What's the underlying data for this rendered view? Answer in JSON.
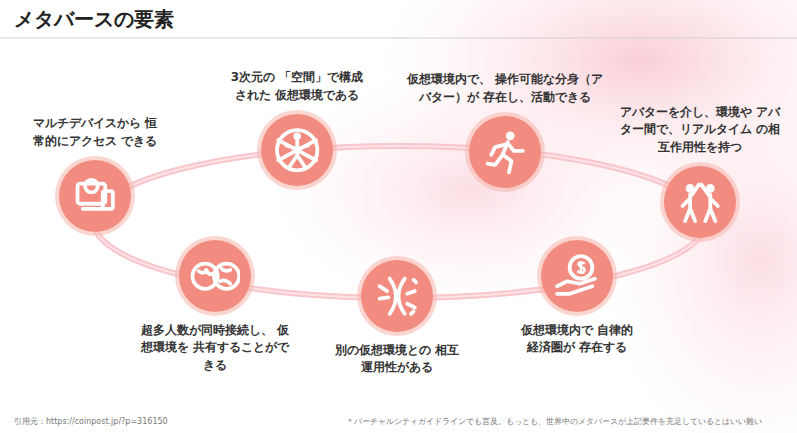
{
  "diagram": {
    "title": "メタバースの要素",
    "nodes": [
      {
        "text": [
          "マルチデバイスから 恒常的にアクセス できる"
        ]
      },
      {
        "text": [
          "3次元の 「空間」で構成された 仮想環境である"
        ]
      },
      {
        "text": [
          "仮想環境内で、 操作可能な分身（アバター）が 存在し、活動できる"
        ]
      },
      {
        "text": [
          "アバターを介し、環境や アバター間で、リアルタイム の相互作用性を持つ"
        ]
      },
      {
        "text": [
          "超多人数が同時接続し、 仮想環境を 共有することができる"
        ]
      },
      {
        "text": [
          "別の仮想環境との 相互運用性がある"
        ]
      },
      {
        "text": [
          "仮想環境内で 自律的経済圏が 存在する"
        ]
      }
    ],
    "labels": [
      "引用元：https://coinpost.jp/?p=316150",
      "＊バーチャルシティガイドラインでも言及。もっとも、世界中のメタバースが上記要件を充足しているとはいい難い"
    ]
  }
}
